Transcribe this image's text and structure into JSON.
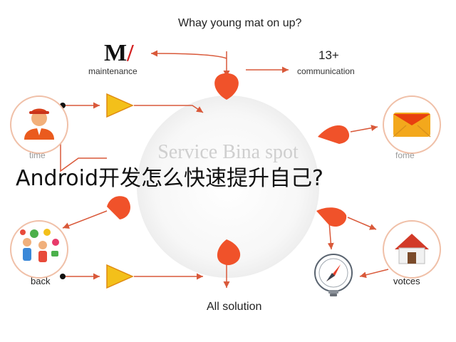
{
  "top": {
    "question": "Whay young mat on up?"
  },
  "nodes": {
    "maintenance": {
      "label": "maintenance",
      "icon": "m-logo-icon"
    },
    "communication": {
      "count": "13+",
      "label": "communication"
    },
    "time": {
      "label": "time",
      "icon": "worker-avatar-icon"
    },
    "fome": {
      "label": "fome",
      "icon": "envelope-icon"
    },
    "back": {
      "label": "back",
      "icon": "people-chat-icon"
    },
    "votces": {
      "label": "votces",
      "icon": "house-icon"
    },
    "all": {
      "label": "All solution"
    },
    "compass": {
      "icon": "compass-lightbulb-icon"
    }
  },
  "center": {
    "label": "Service Bina spot"
  },
  "headline": "Android开发怎么快速提升自己?",
  "colors": {
    "accent": "#f0522a",
    "arrow": "#d9593a",
    "play": "#f3c01a",
    "ring": "#f0c0a8"
  }
}
